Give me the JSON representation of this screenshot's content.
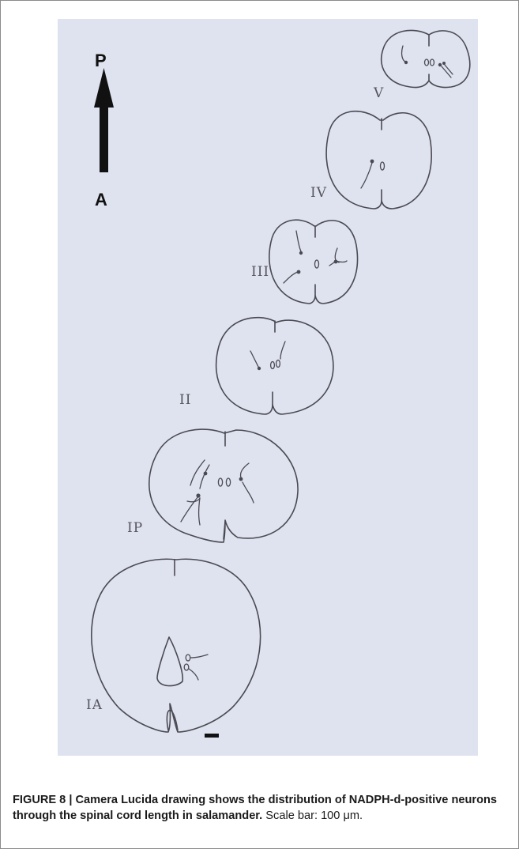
{
  "figure": {
    "arrow_top_label": "P",
    "arrow_bottom_label": "A",
    "section_labels": [
      "V",
      "IV",
      "III",
      "II",
      "IP",
      "IA"
    ],
    "caption_bold": "FIGURE 8 | Camera Lucida drawing shows the distribution of NADPH-d-positive neurons through the spinal cord length in salamander.",
    "caption_rest": " Scale bar: 100 μm."
  },
  "colors": {
    "drawing_background": "#dfe3ef",
    "ink": "#4a4a52",
    "arrow": "#111111"
  }
}
